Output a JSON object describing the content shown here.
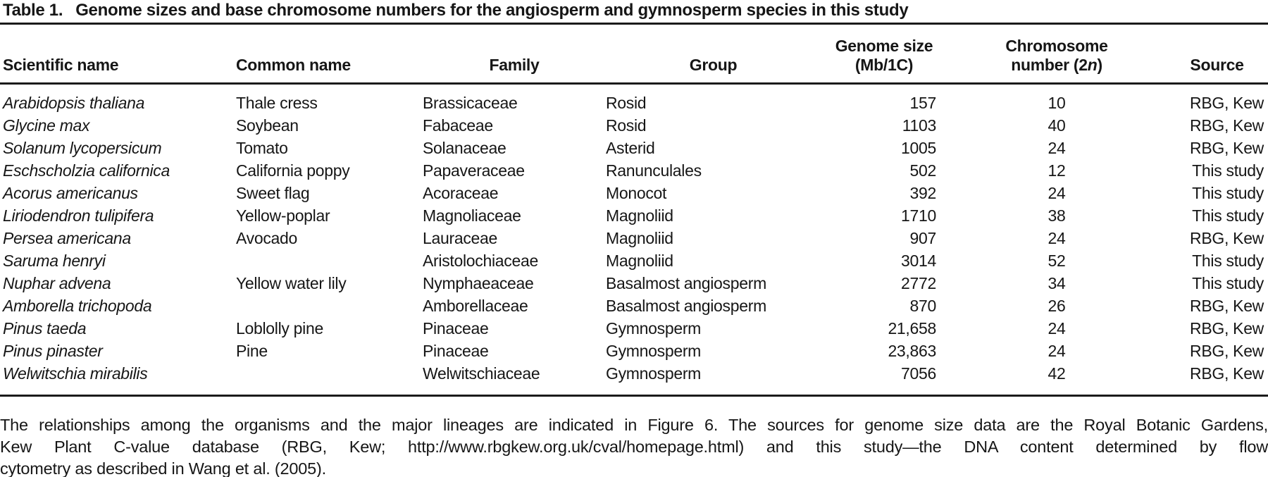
{
  "caption": {
    "label": "Table 1.",
    "text": "Genome sizes and base chromosome numbers for the angiosperm and gymnosperm species in this study"
  },
  "table": {
    "headers": {
      "scientific_name": "Scientific name",
      "common_name": "Common name",
      "family": "Family",
      "group": "Group",
      "genome_size_line1": "Genome size",
      "genome_size_line2": "(Mb/1C)",
      "chromosome_line1": "Chromosome",
      "chromosome_line2_pre": "number (2",
      "chromosome_line2_italic": "n",
      "chromosome_line2_post": ")",
      "source": "Source"
    },
    "rows": [
      {
        "scientific_name": "Arabidopsis thaliana",
        "common_name": "Thale cress",
        "family": "Brassicaceae",
        "group": "Rosid",
        "genome_size": "157",
        "chromosome_number": "10",
        "source": "RBG, Kew"
      },
      {
        "scientific_name": "Glycine max",
        "common_name": "Soybean",
        "family": "Fabaceae",
        "group": "Rosid",
        "genome_size": "1103",
        "chromosome_number": "40",
        "source": "RBG, Kew"
      },
      {
        "scientific_name": "Solanum lycopersicum",
        "common_name": "Tomato",
        "family": "Solanaceae",
        "group": "Asterid",
        "genome_size": "1005",
        "chromosome_number": "24",
        "source": "RBG, Kew"
      },
      {
        "scientific_name": "Eschscholzia californica",
        "common_name": "California poppy",
        "family": "Papaveraceae",
        "group": "Ranunculales",
        "genome_size": "502",
        "chromosome_number": "12",
        "source": "This study"
      },
      {
        "scientific_name": "Acorus americanus",
        "common_name": "Sweet flag",
        "family": "Acoraceae",
        "group": "Monocot",
        "genome_size": "392",
        "chromosome_number": "24",
        "source": "This study"
      },
      {
        "scientific_name": "Liriodendron tulipifera",
        "common_name": "Yellow-poplar",
        "family": "Magnoliaceae",
        "group": "Magnoliid",
        "genome_size": "1710",
        "chromosome_number": "38",
        "source": "This study"
      },
      {
        "scientific_name": "Persea americana",
        "common_name": "Avocado",
        "family": "Lauraceae",
        "group": "Magnoliid",
        "genome_size": "907",
        "chromosome_number": "24",
        "source": "RBG, Kew"
      },
      {
        "scientific_name": "Saruma henryi",
        "common_name": "",
        "family": "Aristolochiaceae",
        "group": "Magnoliid",
        "genome_size": "3014",
        "chromosome_number": "52",
        "source": "This study"
      },
      {
        "scientific_name": "Nuphar advena",
        "common_name": "Yellow water lily",
        "family": "Nymphaeaceae",
        "group": "Basalmost angiosperm",
        "genome_size": "2772",
        "chromosome_number": "34",
        "source": "This study"
      },
      {
        "scientific_name": "Amborella trichopoda",
        "common_name": "",
        "family": "Amborellaceae",
        "group": "Basalmost angiosperm",
        "genome_size": "870",
        "chromosome_number": "26",
        "source": "RBG, Kew"
      },
      {
        "scientific_name": "Pinus taeda",
        "common_name": "Loblolly pine",
        "family": "Pinaceae",
        "group": "Gymnosperm",
        "genome_size": "21,658",
        "chromosome_number": "24",
        "source": "RBG, Kew"
      },
      {
        "scientific_name": "Pinus pinaster",
        "common_name": "Pine",
        "family": "Pinaceae",
        "group": "Gymnosperm",
        "genome_size": "23,863",
        "chromosome_number": "24",
        "source": "RBG, Kew"
      },
      {
        "scientific_name": "Welwitschia mirabilis",
        "common_name": "",
        "family": "Welwitschiaceae",
        "group": "Gymnosperm",
        "genome_size": "7056",
        "chromosome_number": "42",
        "source": "RBG, Kew"
      }
    ]
  },
  "footnote": {
    "lines": [
      "The relationships among the organisms and the major lineages are indicated in Figure 6. The sources for genome size data are the Royal Botanic Gardens,",
      "Kew Plant C-value database (RBG, Kew; http://www.rbgkew.org.uk/cval/homepage.html) and this study—the DNA content determined by flow",
      "cytometry as described in Wang et al. (2005)."
    ]
  },
  "colors": {
    "text": "#161616",
    "rule": "#1b1b1b",
    "background": "#ffffff"
  }
}
